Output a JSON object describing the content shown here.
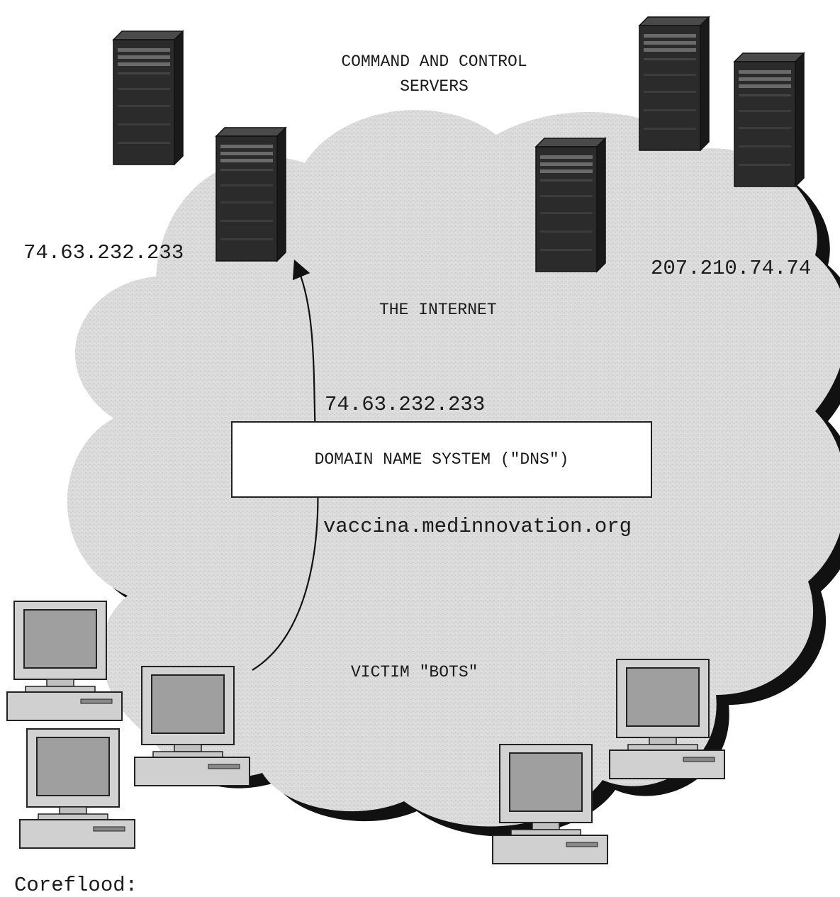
{
  "labels": {
    "cc_servers": "COMMAND AND CONTROL\nSERVERS",
    "server_ip_left": "74.63.232.233",
    "server_ip_right": "207.210.74.74",
    "internet": "THE INTERNET",
    "dns_response_ip": "74.63.232.233",
    "dns_box": "DOMAIN NAME SYSTEM (\"DNS\")",
    "dns_query_domain": "vaccina.medinnovation.org",
    "victim_bots": "VICTIM \"BOTS\"",
    "footer": "Coreflood:"
  },
  "icons": {
    "server": "server-tower-icon",
    "computer": "desktop-computer-icon"
  },
  "colors": {
    "cloud_fill": "#d9d9d9",
    "cloud_shadow": "#111111",
    "server_body": "#2b2b2b",
    "computer_body": "#cfcfcf",
    "text": "#1a1a1a"
  }
}
